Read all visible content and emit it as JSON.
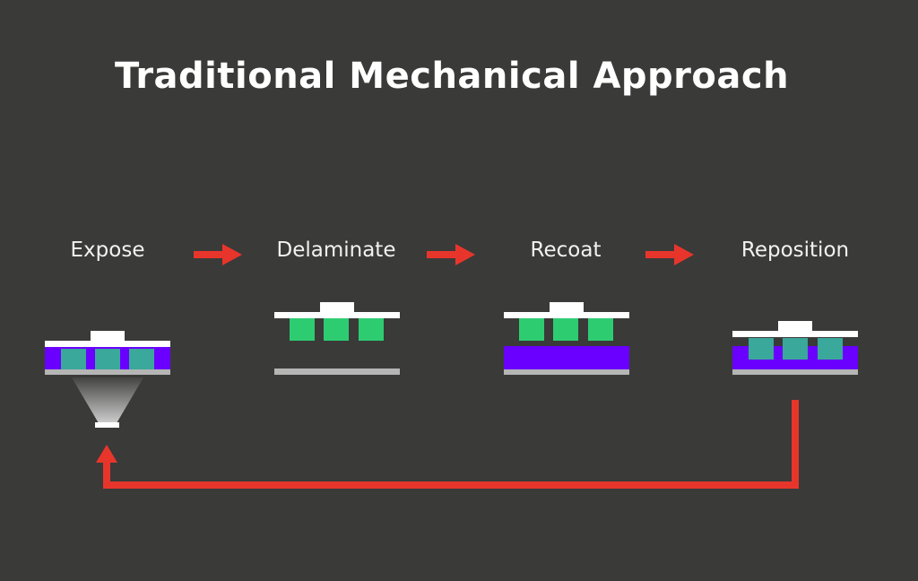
{
  "title": "Traditional Mechanical Approach",
  "steps": [
    {
      "label": "Expose"
    },
    {
      "label": "Delaminate"
    },
    {
      "label": "Recoat"
    },
    {
      "label": "Reposition"
    }
  ],
  "colors": {
    "background": "#3a3a39",
    "arrow": "#e8352b",
    "resin": "#6a00ff",
    "part": "#2ecc71",
    "part_in_resin": "#3aa89a",
    "platform": "#ffffff",
    "window": "#b5b5b5",
    "text": "#ffffff"
  },
  "icons": [
    "right-arrow-icon",
    "return-arrow-icon",
    "light-projector-icon"
  ]
}
